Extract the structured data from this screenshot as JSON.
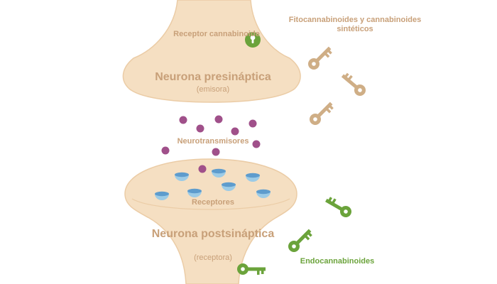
{
  "colors": {
    "neuron_fill": "#f5dfc2",
    "neuron_stroke": "#ebcca6",
    "label_tan": "#c8a079",
    "receptor_green": "#6ba33b",
    "neurotransmitter_purple": "#a0508a",
    "receptor_blue": "#9ccbe6",
    "key_tan": "#cfae86",
    "key_green": "#6ba33b"
  },
  "presynaptic": {
    "title": "Neurona presináptica",
    "subtitle": "(emisora)",
    "receptor_label": "Receptor cannabinoide",
    "receptor_icon": "keyhole-icon"
  },
  "neurotransmitters": {
    "label": "Neurotransmisores",
    "count": 9
  },
  "postsynaptic": {
    "title": "Neurona postsináptica",
    "subtitle": "(receptora)",
    "receptors_label": "Receptores",
    "receptor_count": 7
  },
  "phytocannabinoids": {
    "label": "Fitocannabinoides y cannabinoides sintéticos",
    "key_count": 3,
    "key_icon": "key-icon"
  },
  "endocannabinoids": {
    "label": "Endocannabinoides",
    "key_count": 3,
    "key_icon": "key-icon"
  }
}
